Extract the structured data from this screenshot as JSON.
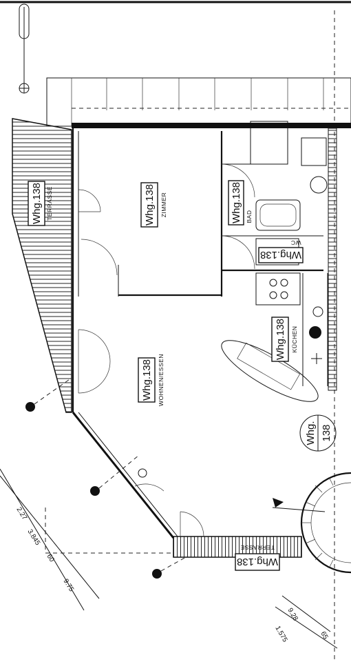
{
  "rooms": {
    "terrasse_left": {
      "apartment": "Whg.138",
      "name": "TERRASSE"
    },
    "zimmer": {
      "apartment": "Whg.138",
      "name": "ZIMMER"
    },
    "bad": {
      "apartment": "Whg.138",
      "name": "BAD"
    },
    "wc": {
      "apartment": "Whg.138",
      "name": "WC"
    },
    "kuechen": {
      "apartment": "Whg.138",
      "name": "KÜCHEN"
    },
    "wohnen": {
      "apartment": "Whg.138",
      "name": "WOHNEN/ESSEN"
    },
    "terrasse_bottom": {
      "apartment": "Whg.138",
      "name": "TERRASSE"
    },
    "stair": {
      "apartment": "Whg.",
      "number": "138"
    }
  },
  "dimensions": {
    "left_a": "2.27",
    "left_b": "3.845",
    "left_c": "9.75",
    "left_d": "60",
    "right_a": "9.28",
    "right_b": "1.575",
    "right_c": "65"
  }
}
